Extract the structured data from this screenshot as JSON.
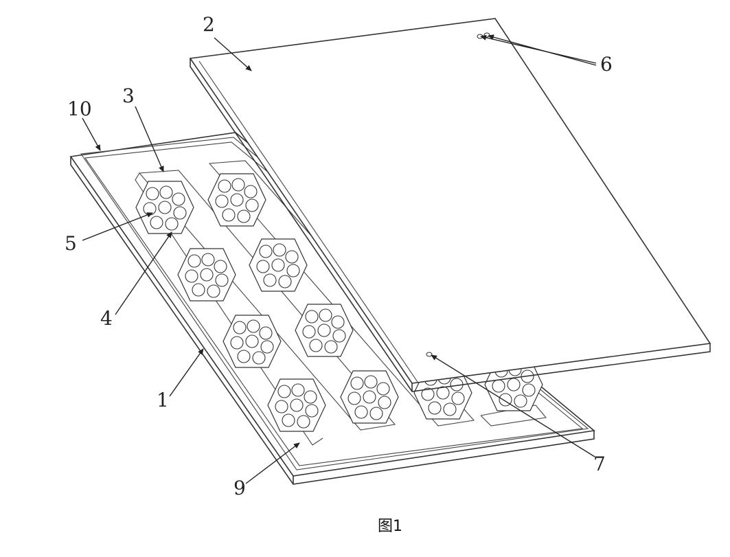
{
  "figure": {
    "caption": "图1",
    "labels": [
      "2",
      "6",
      "3",
      "10",
      "5",
      "4",
      "1",
      "9",
      "7"
    ]
  }
}
